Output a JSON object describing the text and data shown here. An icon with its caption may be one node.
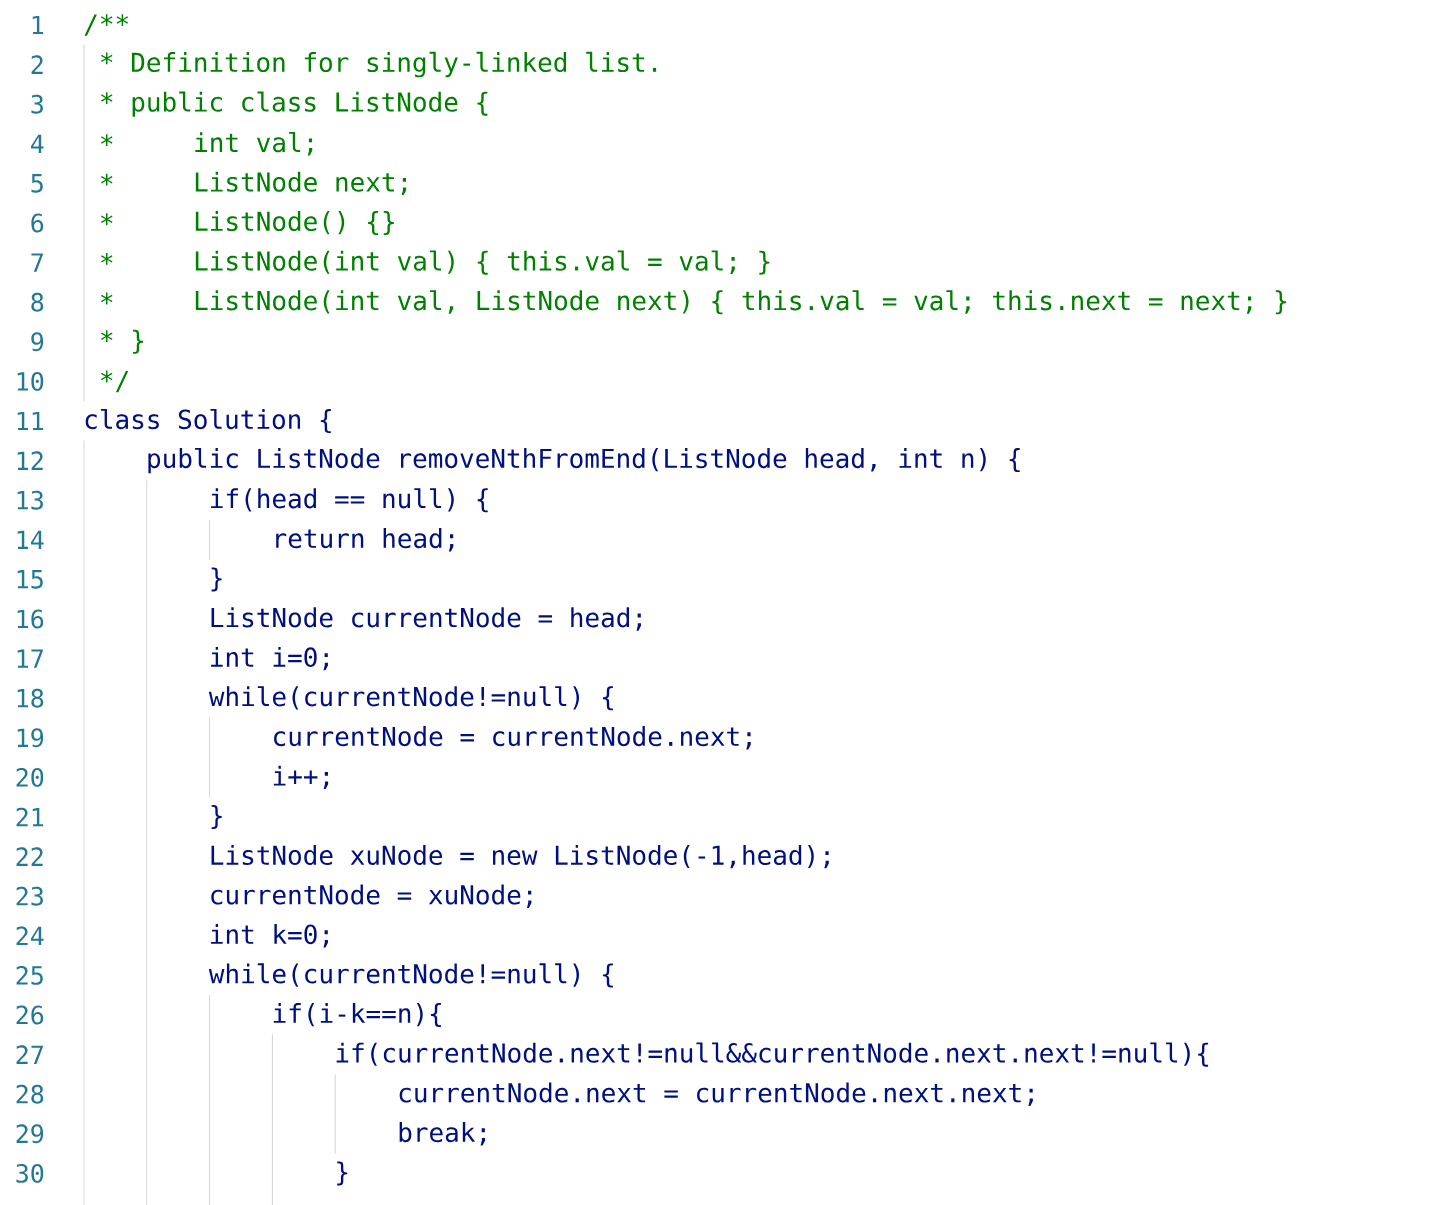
{
  "diagram": {
    "labels": [
      "1",
      "/**",
      "2",
      "* Definition for singly-linked list.",
      "3",
      "* public class ListNode {",
      "4",
      "*",
      "int val;",
      "5",
      "*",
      "ListNode next;",
      "6",
      "*",
      "ListNode() {}",
      "7",
      "*",
      "ListNode(int val) { this.val = val; }",
      "8",
      "*",
      "ListNode(int val, ListNode next) { this.val = val; this.next = next; }",
      "9",
      "* }",
      "10",
      "*/",
      "11",
      "class Solution {",
      "12",
      "public ListNode removeNthFromEnd(ListNode head, int n) {",
      "13",
      "if(head == null) {",
      "14",
      "return head;",
      "15",
      "}",
      "16",
      "ListNode currentNode = head;",
      "17",
      "int i=0;",
      "18",
      "while(currentNode!=null) {",
      "19",
      "currentNode = currentNode.next;",
      "20",
      "i++;",
      "21",
      "}",
      "22",
      "ListNode xuNode = new ListNode(-1,head);",
      "23",
      "currentNode = xuNode;",
      "24",
      "int k=0;",
      "25",
      "while(currentNode!=null) {",
      "26",
      "if(i-k==n){",
      "27",
      "if(currentNode.next!=null&&currentNode.next.next!=null){",
      "28",
      "currentNode.next = currentNode.next.next;",
      "29",
      "break;",
      "30",
      "}"
    ]
  }
}
